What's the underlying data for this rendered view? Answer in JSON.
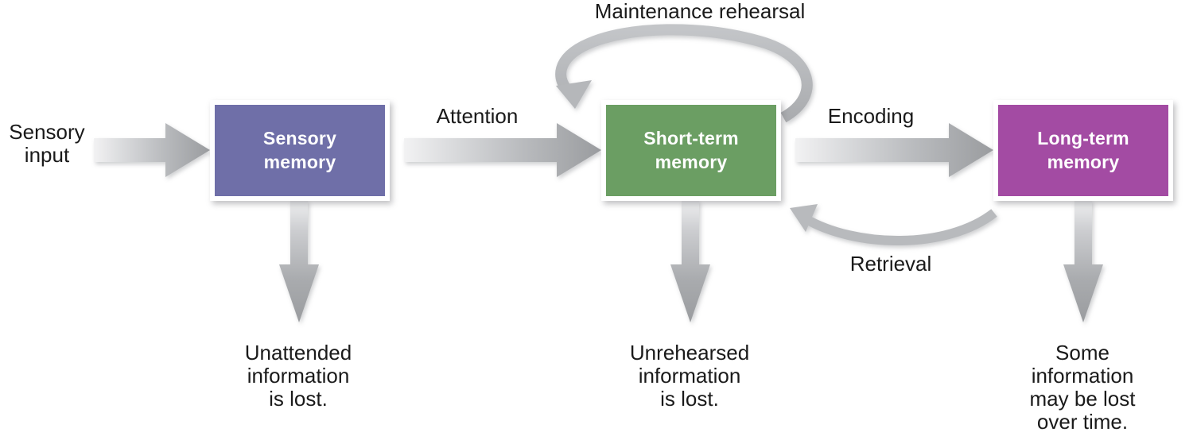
{
  "diagram": {
    "title": "Maintenance rehearsal",
    "input_label": "Sensory\ninput",
    "boxes": [
      {
        "id": "sensory",
        "label": "Sensory\nmemory",
        "color": "#6f6fa8",
        "loss_text": "Unattended\ninformation\nis lost."
      },
      {
        "id": "short",
        "label": "Short-term\nmemory",
        "color": "#6b9e63",
        "loss_text": "Unrehearsed\ninformation\nis lost."
      },
      {
        "id": "long",
        "label": "Long-term\nmemory",
        "color": "#a34ba3",
        "loss_text": "Some\ninformation\nmay be lost\nover time."
      }
    ],
    "flow_labels": {
      "attention": "Attention",
      "encoding": "Encoding",
      "maintenance_rehearsal": "Maintenance rehearsal",
      "retrieval": "Retrieval"
    },
    "colors": {
      "arrow_gray_dark": "#9a9c9f",
      "arrow_gray_light": "#e8e9ea",
      "loop_gray": "#b8babd",
      "text": "#1a1a1a",
      "box_border": "#ffffff",
      "background": "#ffffff"
    }
  }
}
